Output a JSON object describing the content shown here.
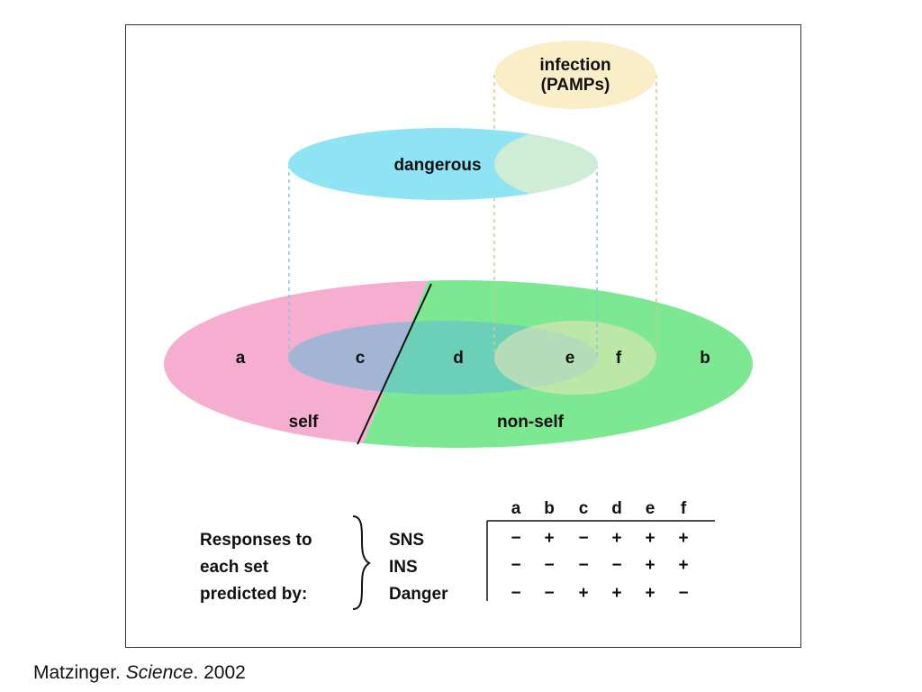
{
  "diagram": {
    "sets": {
      "infection": {
        "line1": "infection",
        "line2": "(PAMPs)",
        "color": "#faeec8"
      },
      "dangerous": {
        "label": "dangerous",
        "color": "#8fe4f4"
      },
      "self": {
        "label": "self",
        "color": "#f5aed0"
      },
      "non_self": {
        "label": "non-self",
        "color": "#7ce892"
      }
    },
    "region_labels": [
      "a",
      "c",
      "d",
      "e",
      "f",
      "b"
    ]
  },
  "table": {
    "columns": [
      "a",
      "b",
      "c",
      "d",
      "e",
      "f"
    ],
    "caption_lines": [
      "Responses to",
      "each set",
      "predicted by:"
    ],
    "rows": [
      {
        "name": "SNS",
        "cells": [
          "−",
          "+",
          "−",
          "+",
          "+",
          "+"
        ]
      },
      {
        "name": "INS",
        "cells": [
          "−",
          "−",
          "−",
          "−",
          "+",
          "+"
        ]
      },
      {
        "name": "Danger",
        "cells": [
          "−",
          "−",
          "+",
          "+",
          "+",
          "−"
        ]
      }
    ]
  },
  "citation": {
    "author": "Matzinger.",
    "journal": "Science",
    "year": ". 2002"
  }
}
